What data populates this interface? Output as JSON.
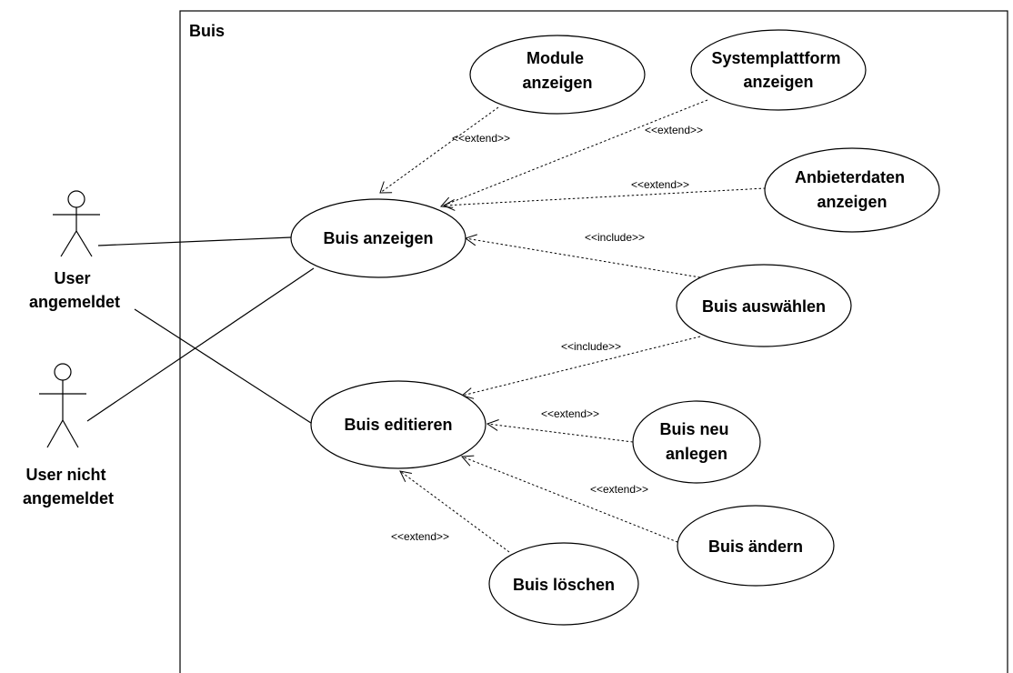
{
  "system": {
    "title": "Buis"
  },
  "actors": {
    "logged_in": {
      "lines": [
        "User",
        "angemeldet"
      ]
    },
    "logged_out": {
      "lines": [
        "User nicht",
        "angemeldet"
      ]
    }
  },
  "use_cases": {
    "module_anzeigen": {
      "lines": [
        "Module",
        "anzeigen"
      ]
    },
    "systemplattform_anzeigen": {
      "lines": [
        "Systemplattform",
        "anzeigen"
      ]
    },
    "anbieterdaten_anzeigen": {
      "lines": [
        "Anbieterdaten",
        "anzeigen"
      ]
    },
    "buis_anzeigen": {
      "lines": [
        "Buis anzeigen"
      ]
    },
    "buis_auswaehlen": {
      "lines": [
        "Buis auswählen"
      ]
    },
    "buis_editieren": {
      "lines": [
        "Buis editieren"
      ]
    },
    "buis_neu_anlegen": {
      "lines": [
        "Buis neu",
        "anlegen"
      ]
    },
    "buis_aendern": {
      "lines": [
        "Buis ändern"
      ]
    },
    "buis_loeschen": {
      "lines": [
        "Buis löschen"
      ]
    }
  },
  "relations": {
    "module_extend": "<<extend>>",
    "systemplattform_extend": "<<extend>>",
    "anbieterdaten_extend": "<<extend>>",
    "auswaehlen_include_anzeigen": "<<include>>",
    "auswaehlen_include_editieren": "<<include>>",
    "neu_anlegen_extend": "<<extend>>",
    "aendern_extend": "<<extend>>",
    "loeschen_extend": "<<extend>>"
  }
}
